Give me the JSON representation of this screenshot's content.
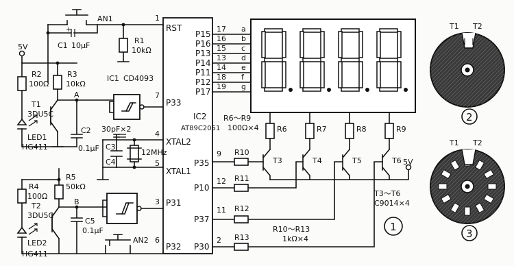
{
  "chip_main": {
    "ref": "IC2",
    "part": "AT89C2051"
  },
  "chip_gate": {
    "ref": "IC1",
    "part": "CD4093"
  },
  "supply": "5V",
  "pins_left": {
    "rst": "RST",
    "p33": "P33",
    "xtal2": "XTAL2",
    "xtal1": "XTAL1",
    "p31": "P31",
    "p32": "P32",
    "p35": "P35",
    "p10": "P10",
    "p37": "P37",
    "p30": "P30"
  },
  "pins_right": [
    "P15",
    "P16",
    "P13",
    "P14",
    "P11",
    "P12",
    "P17"
  ],
  "pin_numbers": {
    "rst": "1",
    "p33": "7",
    "xtal2": "4",
    "xtal1": "5",
    "p31": "3",
    "p32": "6",
    "p35": "9",
    "p10": "12",
    "p37": "11",
    "p30": "2",
    "right": [
      "17",
      "16",
      "15",
      "13",
      "14",
      "18",
      "19"
    ]
  },
  "segments": [
    "a",
    "b",
    "c",
    "d",
    "e",
    "f",
    "g"
  ],
  "components": {
    "an1": "AN1",
    "c1": "C1",
    "c1_val": "10μF",
    "r1": "R1",
    "r1_val": "10kΩ",
    "r2": "R2",
    "r2_val": "100Ω",
    "r3": "R3",
    "r3_val": "10kΩ",
    "t1": "T1",
    "t1_type": "3DU5C",
    "node_a": "A",
    "c2": "C2",
    "c2_val": "0.1μF",
    "led1": "LED1",
    "hg1": "HG411",
    "c_xtal": "30pF×2",
    "c3": "C3",
    "c4": "C4",
    "xtal": "12MHz",
    "r4": "R4",
    "r4_val": "100Ω",
    "r5": "R5",
    "r5_val": "50kΩ",
    "t2": "T2",
    "t2_type": "3DU5C",
    "node_b": "B",
    "c5": "C5",
    "c5_val": "0.1μF",
    "an2": "AN2",
    "led2": "LED2",
    "hg2": "HG411",
    "r6_r9": "R6～R9",
    "r6_r9_val": "100Ω×4",
    "r6": "R6",
    "r7": "R7",
    "r8": "R8",
    "r9": "R9",
    "r10": "R10",
    "r11": "R11",
    "r12": "R12",
    "r13": "R13",
    "r10_r13": "R10～R13",
    "r10_r13_val": "1kΩ×4",
    "t3": "T3",
    "t4": "T4",
    "t5": "T5",
    "t6": "T6",
    "t3_t6": "T3～T6",
    "t3_t6_type": "C9014×4"
  },
  "figure_numbers": {
    "fig1": "1",
    "fig2": "2",
    "fig3": "3"
  },
  "sensor_labels": {
    "t1": "T1",
    "t2": "T2"
  },
  "display": {
    "digit_count": 4
  }
}
